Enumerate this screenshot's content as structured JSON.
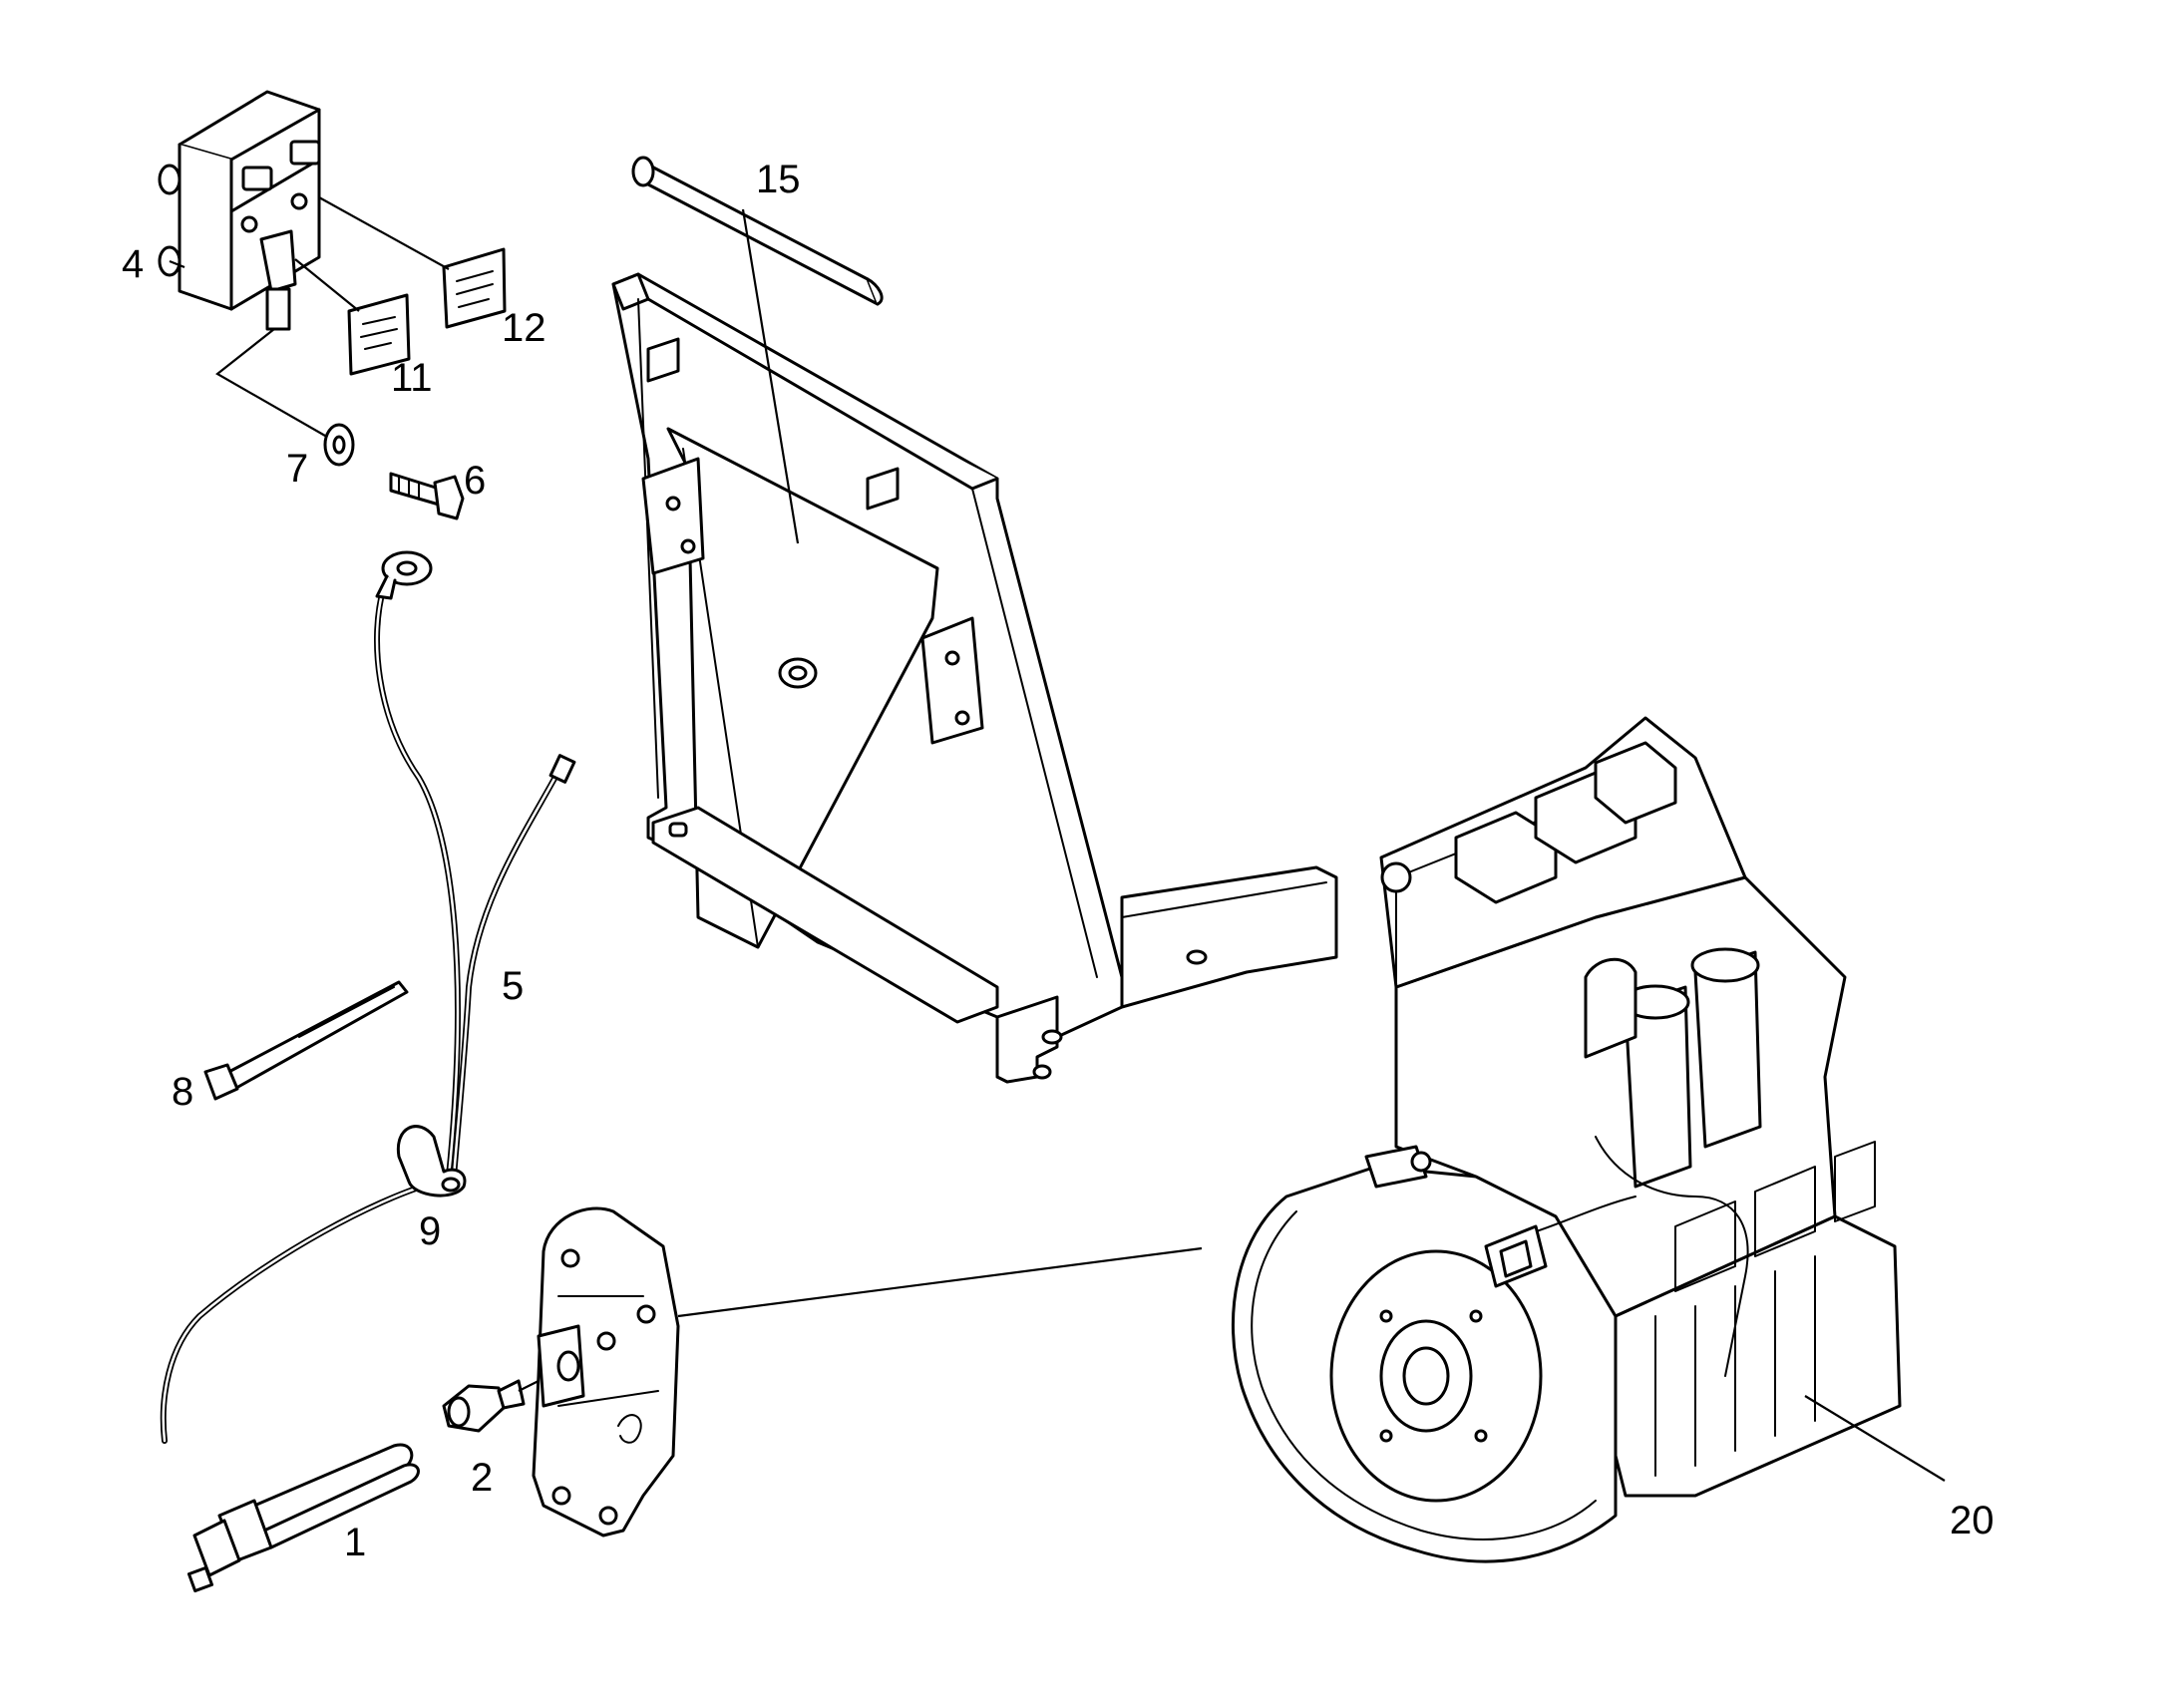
{
  "callouts": {
    "c1": "1",
    "c2": "2",
    "c4": "4",
    "c5": "5",
    "c6": "6",
    "c7": "7",
    "c8": "8",
    "c9": "9",
    "c11": "11",
    "c12": "12",
    "c15": "15",
    "c20": "20"
  },
  "colors": {
    "line": "#000000",
    "background": "#ffffff"
  }
}
